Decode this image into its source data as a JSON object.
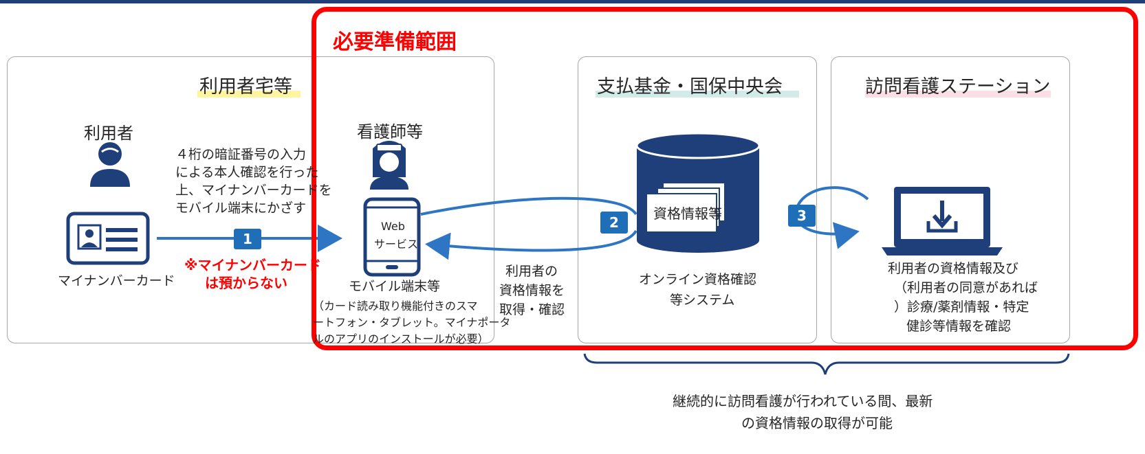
{
  "range_label": "必要準備範囲",
  "panels": {
    "user_home": {
      "title": "利用者宅等"
    },
    "payment_fund": {
      "title": "支払基金・国保中央会"
    },
    "station": {
      "title": "訪問看護ステーション"
    }
  },
  "user": {
    "title": "利用者",
    "card_label": "マイナンバーカード"
  },
  "instruction_lines": [
    "４桁の暗証番号の入力",
    "による本人確認を行った",
    "上、マイナンバーカードを",
    "モバイル端末にかざす"
  ],
  "step1": {
    "badge": "1",
    "warning_lines": [
      "※マイナンバーカード",
      "は預からない"
    ]
  },
  "nurse": {
    "title": "看護師等",
    "device_screen_lines": [
      "Web",
      "サービス"
    ],
    "device_label": "モバイル端末等",
    "device_note_lines": [
      "（カード読み取り機能付きのスマ",
      "ートフォン・タブレット。マイナポータ",
      "ルのアプリのインストールが必要）"
    ]
  },
  "exchange": {
    "badge": "2",
    "lines": [
      "利用者の",
      "資格情報を",
      "取得・確認"
    ]
  },
  "system": {
    "doc_label": "資格情報等",
    "lines": [
      "オンライン資格確認",
      "等システム"
    ]
  },
  "step3": {
    "badge": "3"
  },
  "station_desc_lines": [
    "利用者の資格情報及び",
    "（利用者の同意があれば",
    "）診療/薬剤情報・特定",
    "健診等情報を確認"
  ],
  "footer_lines": [
    "継続的に訪問看護が行われている間、最新",
    "の資格情報の取得が可能"
  ],
  "colors": {
    "brand_blue": "#1f3f7a",
    "badge_blue": "#1f6fb8",
    "arrow_blue": "#2e75c4",
    "red": "#ff0000",
    "highlight_yellow": "#fff4a0",
    "highlight_green": "#d3ebe6",
    "highlight_pink": "#fbdfe6"
  },
  "icons": [
    "person-icon",
    "nurse-icon",
    "id-card-icon",
    "smartphone-icon",
    "database-icon",
    "laptop-download-icon",
    "curly-brace-icon"
  ]
}
